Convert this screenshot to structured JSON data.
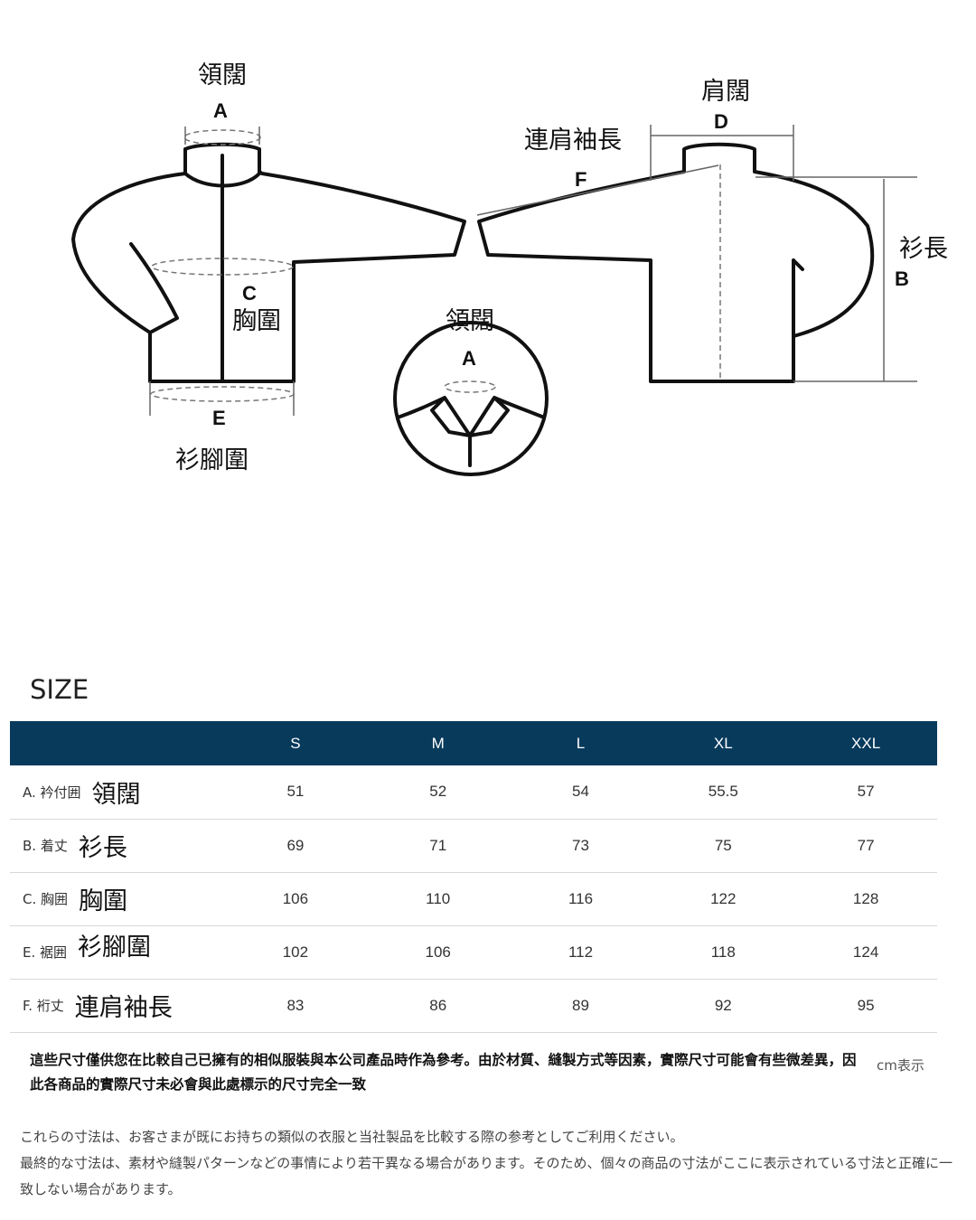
{
  "diagram": {
    "labels": {
      "collar_width": "領闊",
      "shoulder_width": "肩闊",
      "raglan_sleeve": "連肩袖長",
      "length": "衫長",
      "chest": "胸圍",
      "hem": "衫腳圍",
      "collar_width_detail": "領闊"
    },
    "letters": {
      "a": "A",
      "b": "B",
      "c": "C",
      "d": "D",
      "e": "E",
      "f": "F",
      "a_detail": "A"
    }
  },
  "size_section": {
    "title": "SIZE",
    "columns": [
      "S",
      "M",
      "L",
      "XL",
      "XXL"
    ],
    "rows": [
      {
        "ja": "A. 衿付囲",
        "zh": "領闊",
        "values": [
          "51",
          "52",
          "54",
          "55.5",
          "57"
        ]
      },
      {
        "ja": "B. 着丈",
        "zh": "衫長",
        "values": [
          "69",
          "71",
          "73",
          "75",
          "77"
        ]
      },
      {
        "ja": "C. 胸囲",
        "zh": "胸圍",
        "values": [
          "106",
          "110",
          "116",
          "122",
          "128"
        ]
      },
      {
        "ja": "E. 裾囲",
        "zh": "衫腳圍",
        "values": [
          "102",
          "106",
          "112",
          "118",
          "124"
        ]
      },
      {
        "ja": "F. 裄丈",
        "zh": "連肩袖長",
        "values": [
          "83",
          "86",
          "89",
          "92",
          "95"
        ]
      }
    ]
  },
  "notes": {
    "zh": "這些尺寸僅供您在比較自己已擁有的相似服裝與本公司產品時作為參考。由於材質、縫製方式等因素，實際尺寸可能會有些微差異，因此各商品的實際尺寸未必會與此處標示的尺寸完全一致",
    "unit": "cm表示",
    "ja": [
      "これらの寸法は、お客さまが既にお持ちの類似の衣服と当社製品を比較する際の参考としてご利用ください。",
      "最終的な寸法は、素材や縫製パターンなどの事情により若干異なる場合があります。そのため、個々の商品の寸法がここに表示されている寸法と正確に一致しない場合があります。"
    ]
  }
}
